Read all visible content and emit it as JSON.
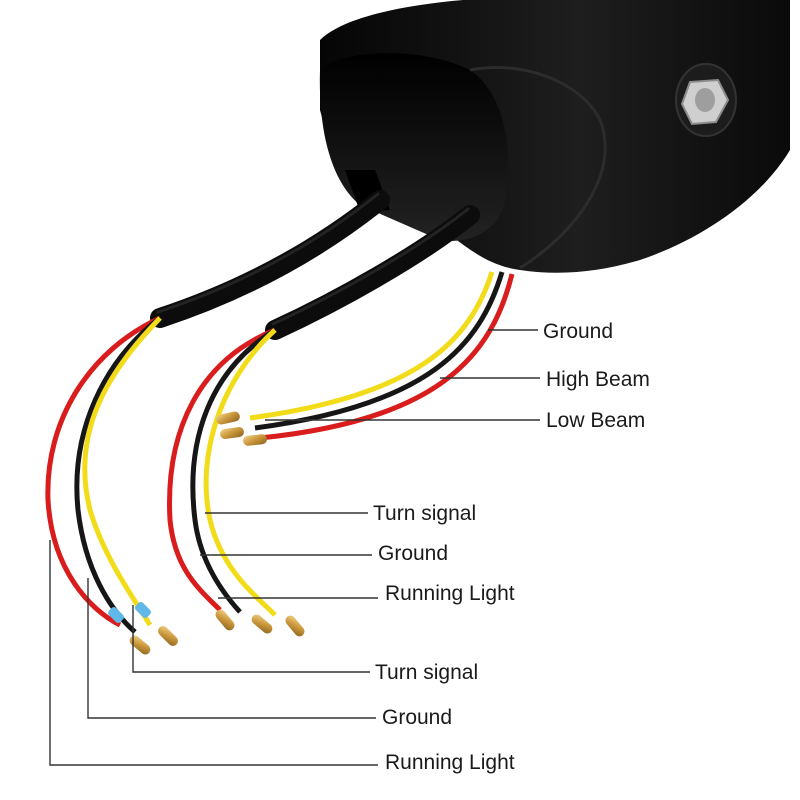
{
  "labels": {
    "ground_top": "Ground",
    "high_beam": "High Beam",
    "low_beam": "Low Beam",
    "turn_signal_mid": "Turn signal",
    "ground_mid": "Ground",
    "running_light_mid": "Running Light",
    "turn_signal_bottom": "Turn signal",
    "ground_bottom": "Ground",
    "running_light_bottom": "Running Light"
  },
  "colors": {
    "wire_red": "#d91c1c",
    "wire_yellow": "#f2dc1a",
    "wire_black": "#161616",
    "sheath": "#0c0c0c",
    "housing": "#111111",
    "terminal_brass": "#d8a848",
    "heat_shrink_blue": "#5fb8e8",
    "leader_line": "#333333"
  },
  "icons": {
    "headlight": "headlight-housing-icon",
    "connector": "bullet-connector-icon"
  }
}
